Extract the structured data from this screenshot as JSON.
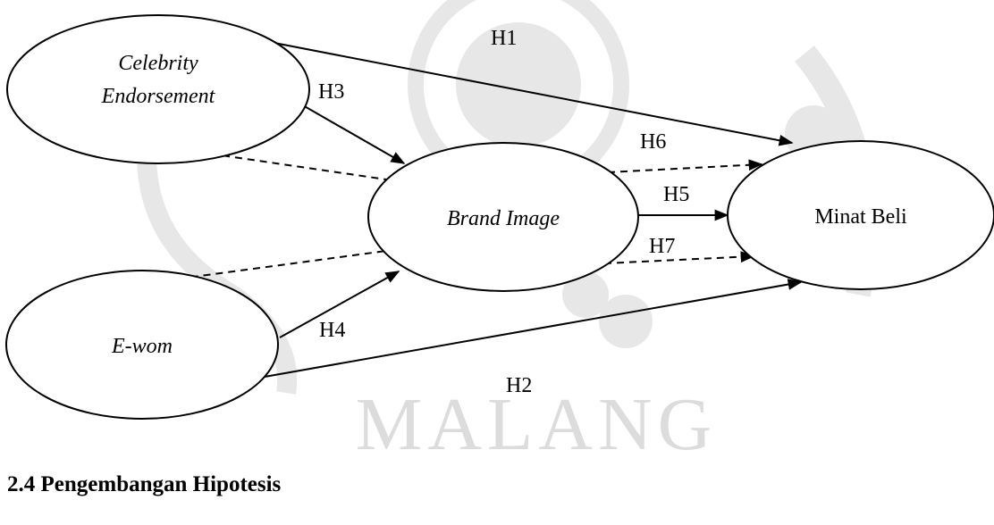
{
  "watermark": {
    "text": "MALANG"
  },
  "nodes": {
    "celebrity": {
      "line1": "Celebrity",
      "line2": "Endorsement"
    },
    "brand_image": {
      "label": "Brand Image"
    },
    "ewom": {
      "label": "E-wom"
    },
    "minat_beli": {
      "label": "Minat Beli"
    }
  },
  "hypotheses": {
    "h1": "H1",
    "h2": "H2",
    "h3": "H3",
    "h4": "H4",
    "h5": "H5",
    "h6": "H6",
    "h7": "H7"
  },
  "section_heading": "2.4 Pengembangan Hipotesis"
}
